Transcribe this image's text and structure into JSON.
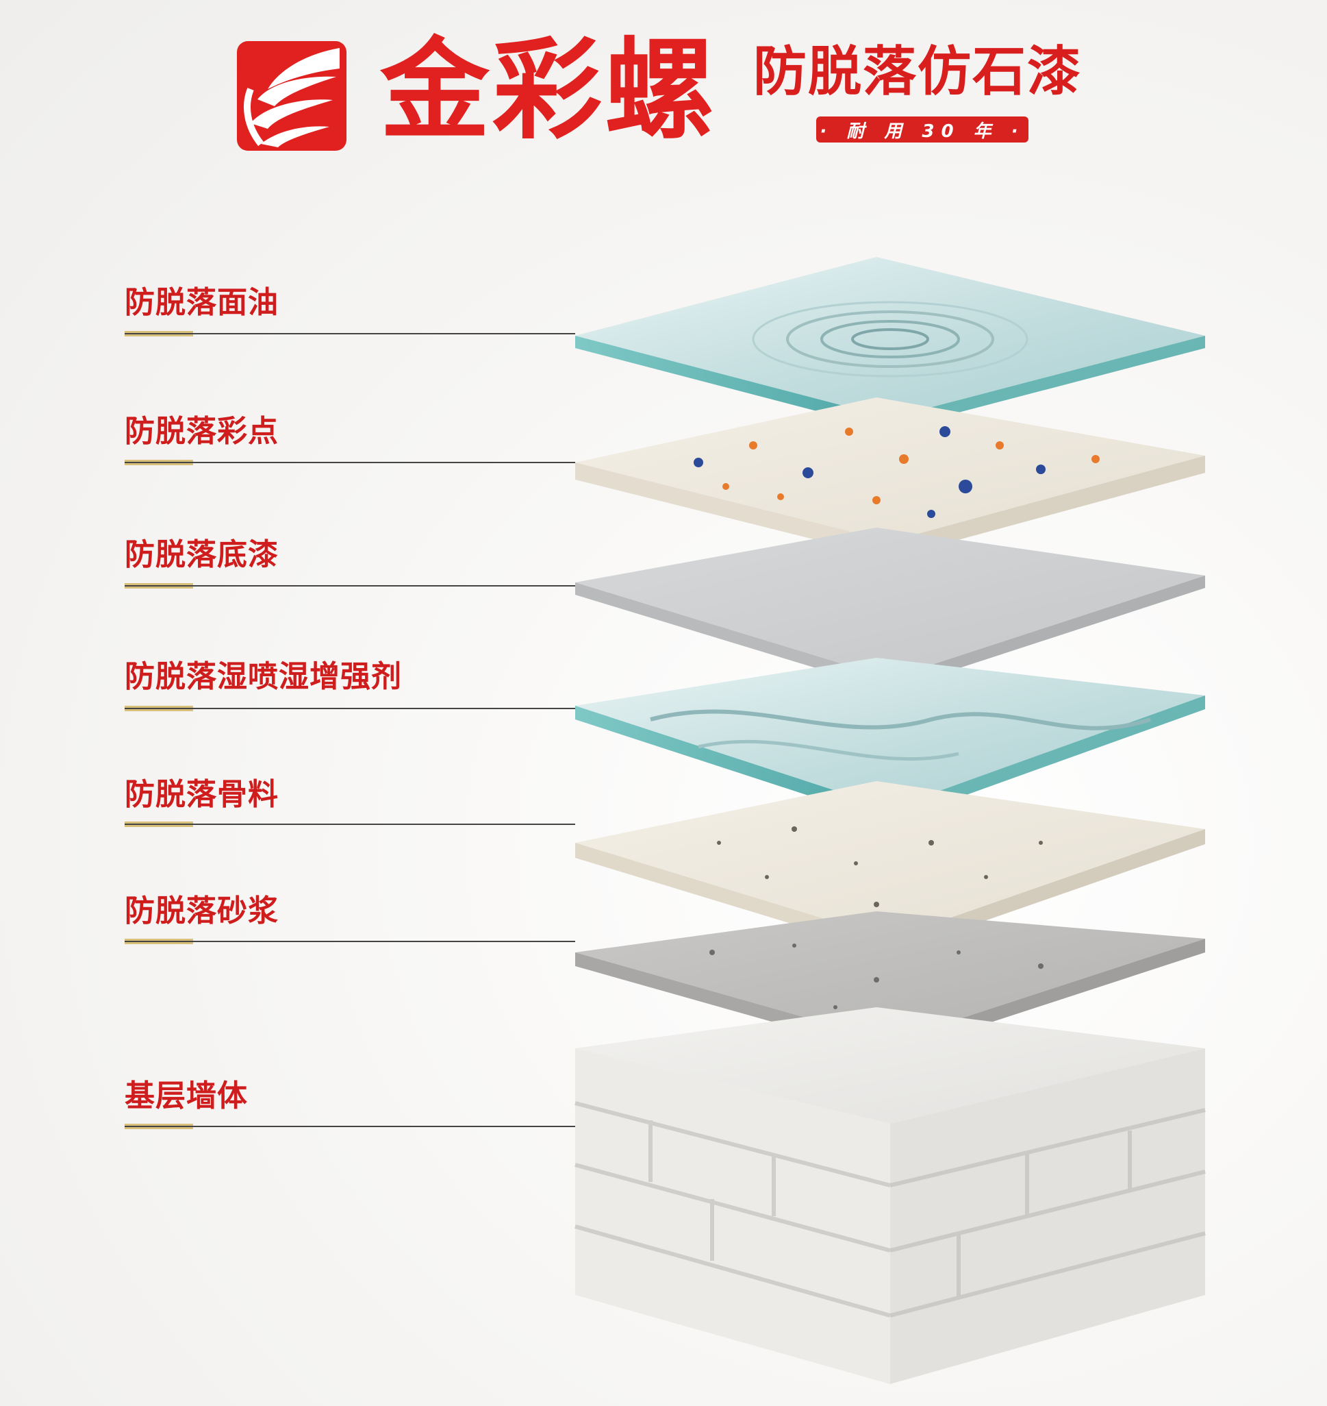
{
  "header": {
    "brand_name": "金彩螺",
    "product_name": "防脱落仿石漆",
    "badge_text": "· 耐 用 30 年 ·"
  },
  "colors": {
    "brand_red": "#e0211f",
    "accent_gold": "#d9c07a",
    "leader_line": "#444444"
  },
  "layers": [
    {
      "label": "防脱落面油"
    },
    {
      "label": "防脱落彩点"
    },
    {
      "label": "防脱落底漆"
    },
    {
      "label": "防脱落湿喷湿增强剂"
    },
    {
      "label": "防脱落骨料"
    },
    {
      "label": "防脱落砂浆"
    },
    {
      "label": "基层墙体"
    }
  ]
}
